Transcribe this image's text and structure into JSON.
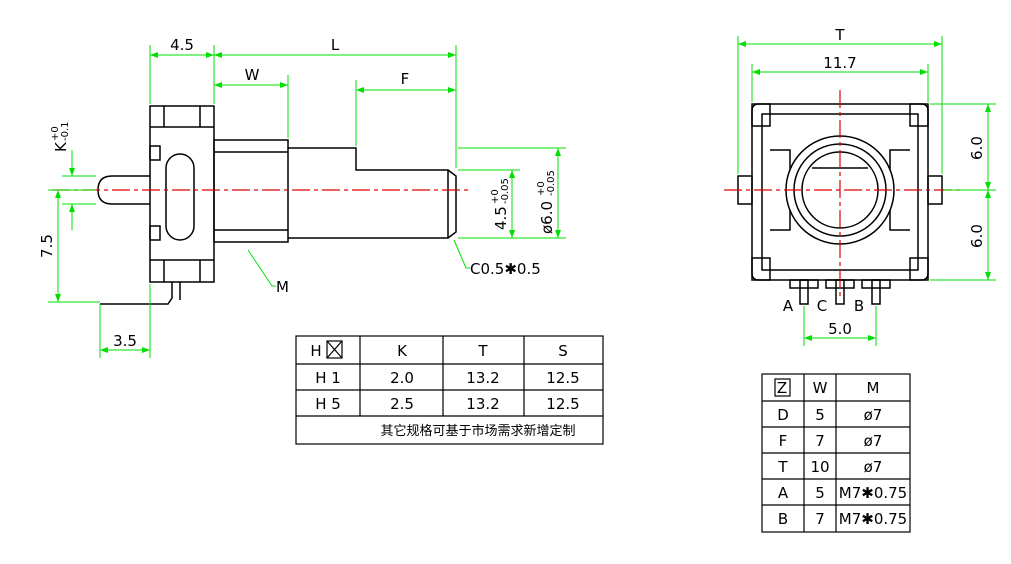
{
  "side_view": {
    "dim_top_left": "4.5",
    "dim_L": "L",
    "dim_W": "W",
    "dim_F": "F",
    "dim_K": "K",
    "dim_K_sup": "+0",
    "dim_K_sub": "-0.1",
    "dim_7_5": "7.5",
    "dim_3_5": "3.5",
    "dim_4_5": "4.5",
    "dim_4_5_sup": "+0",
    "dim_4_5_sub": "-0.05",
    "dim_phi6": "ø6.0",
    "dim_phi6_sup": "+0",
    "dim_phi6_sub": "-0.05",
    "label_M": "M",
    "label_chamfer": "C0.5✱0.5"
  },
  "front_view": {
    "dim_T": "T",
    "dim_11_7": "11.7",
    "dim_6_0_top": "6.0",
    "dim_6_0_bottom": "6.0",
    "dim_5_0": "5.0",
    "pin_A": "A",
    "pin_C": "C",
    "pin_B": "B"
  },
  "table_h": {
    "header": [
      "H",
      "K",
      "T",
      "S"
    ],
    "rows": [
      [
        "H 1",
        "2.0",
        "13.2",
        "12.5"
      ],
      [
        "H 5",
        "2.5",
        "13.2",
        "12.5"
      ]
    ],
    "note": "其它规格可基于市场需求新增定制"
  },
  "table_z": {
    "header": [
      "Z",
      "W",
      "M"
    ],
    "rows": [
      [
        "D",
        "5",
        "ø7"
      ],
      [
        "F",
        "7",
        "ø7"
      ],
      [
        "T",
        "10",
        "ø7"
      ],
      [
        "A",
        "5",
        "M7✱0.75"
      ],
      [
        "B",
        "7",
        "M7✱0.75"
      ]
    ]
  },
  "colors": {
    "outline": "#000000",
    "dimension": "#00e000",
    "centerline": "#e00000"
  }
}
